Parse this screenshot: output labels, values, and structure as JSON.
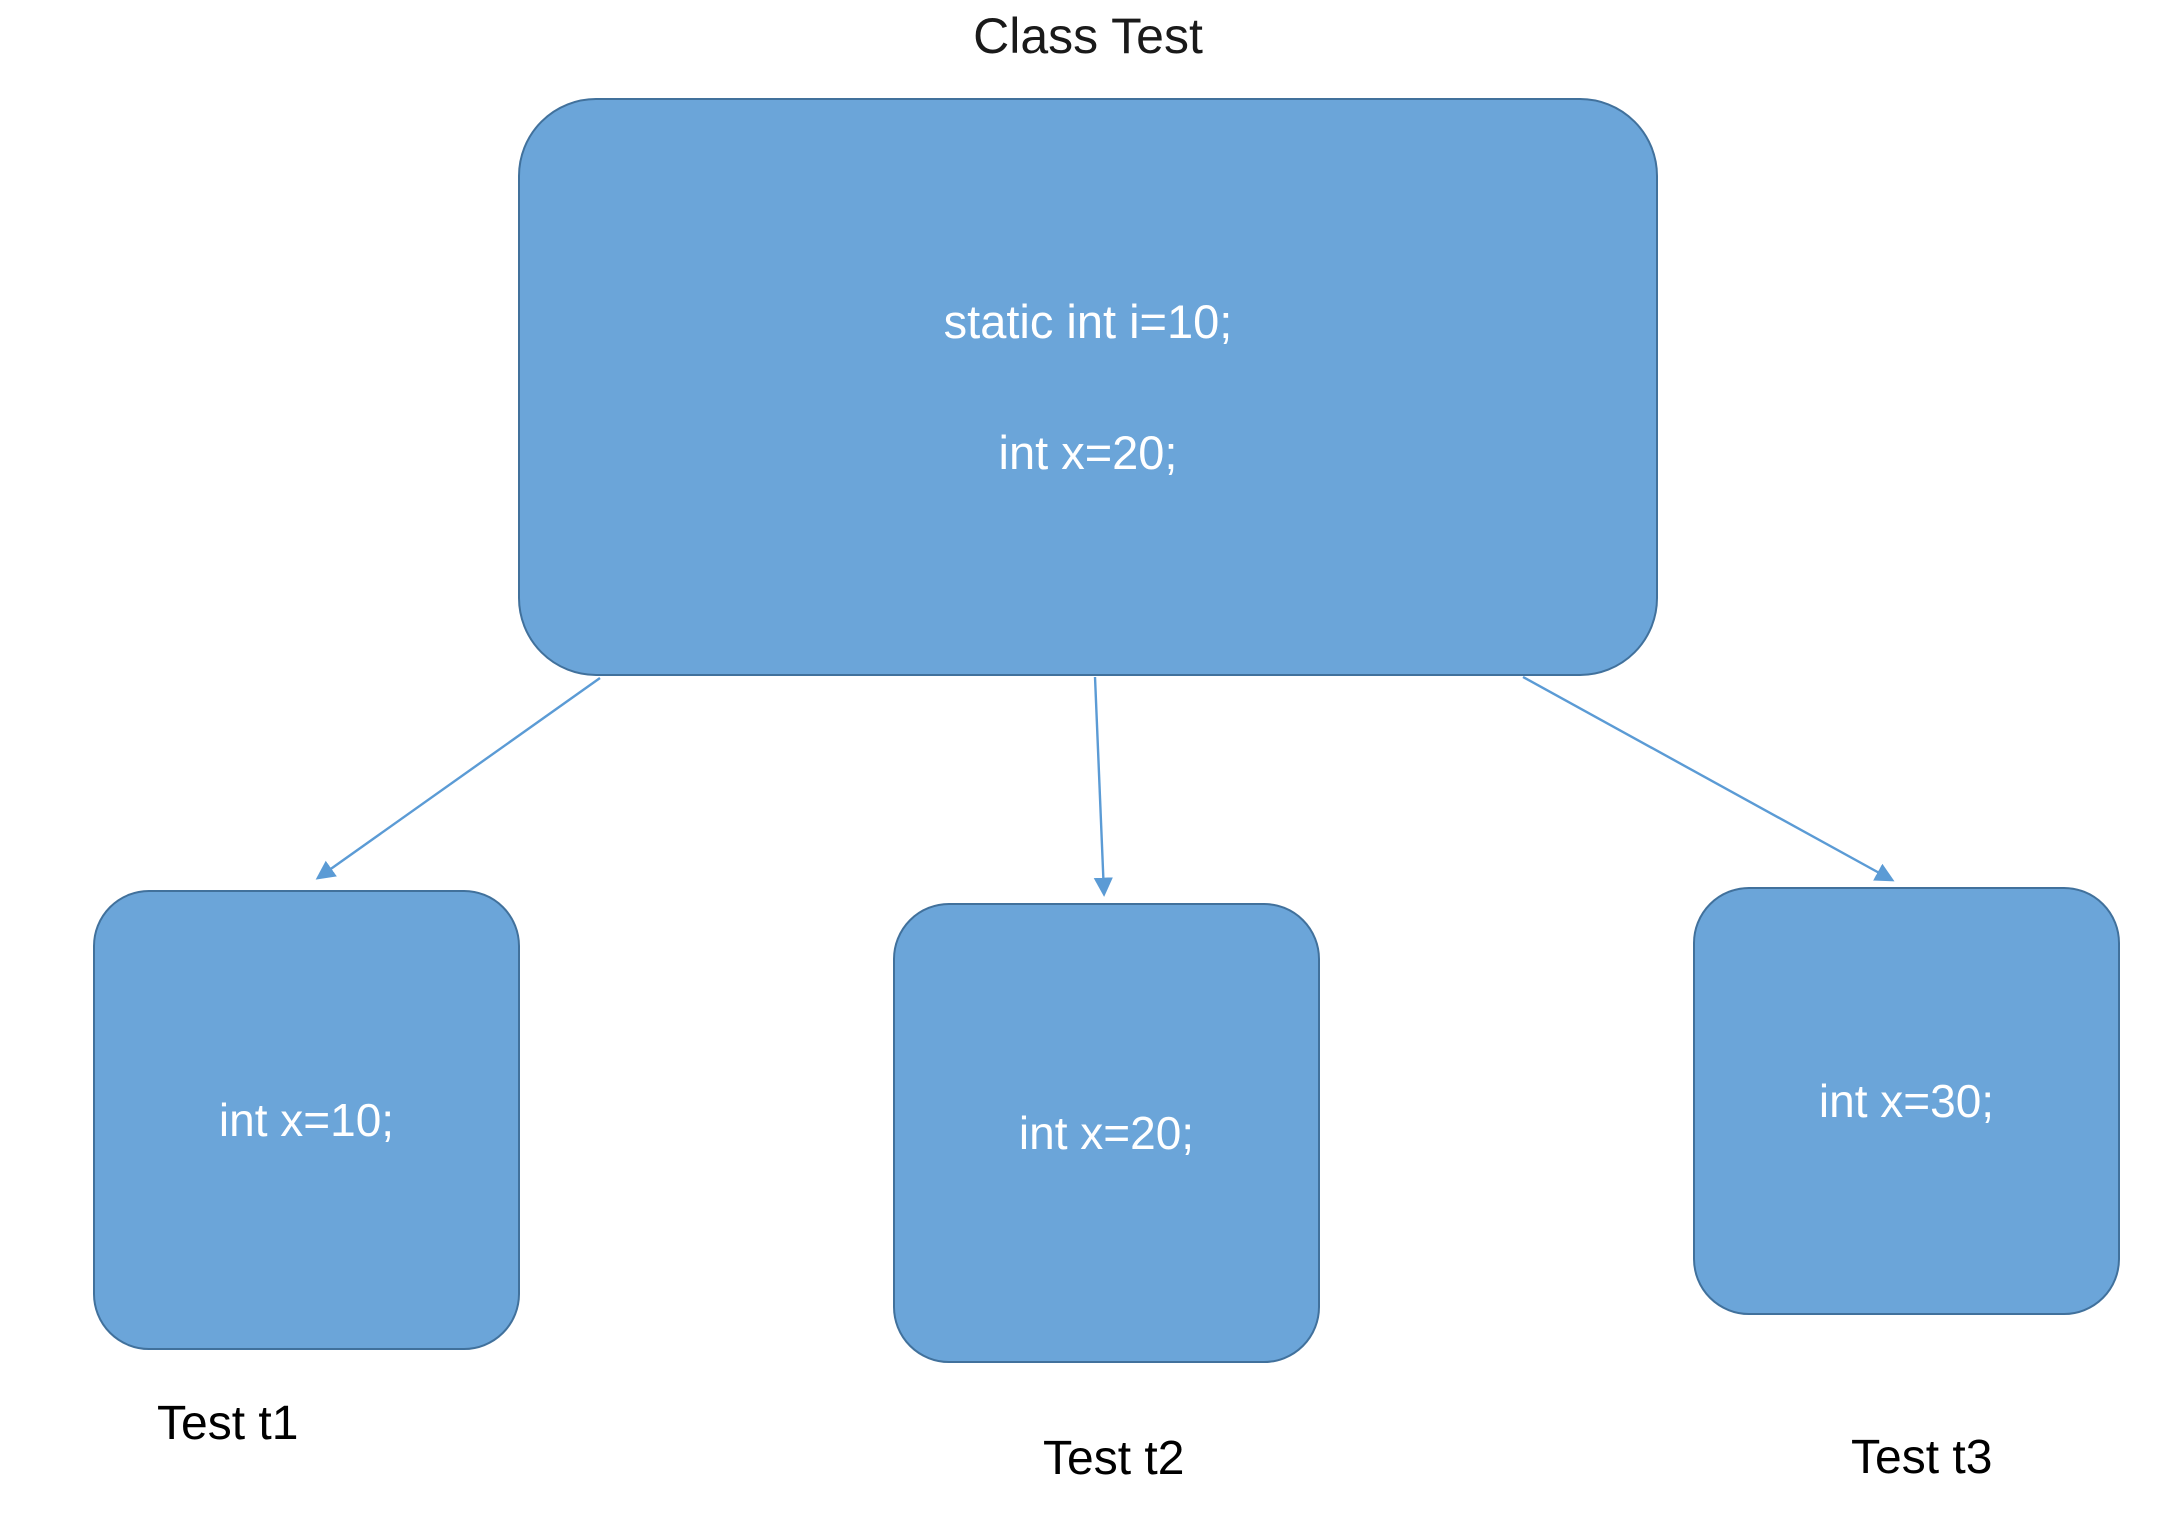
{
  "title": "Class Test",
  "class_box": {
    "lines": [
      "static int i=10;",
      "int x=20;"
    ]
  },
  "instances": [
    {
      "id": "t1",
      "body": "int x=10;",
      "label": "Test t1"
    },
    {
      "id": "t2",
      "body": "int x=20;",
      "label": "Test t2"
    },
    {
      "id": "t3",
      "body": "int x=30;",
      "label": "Test t3"
    }
  ],
  "colors": {
    "background": "#FFFFFF",
    "box-fill": "#6BA5D9",
    "box-border": "#41719C",
    "box-text": "#FFFFFF",
    "arrow": "#5B9BD5",
    "label-text": "#000000"
  }
}
